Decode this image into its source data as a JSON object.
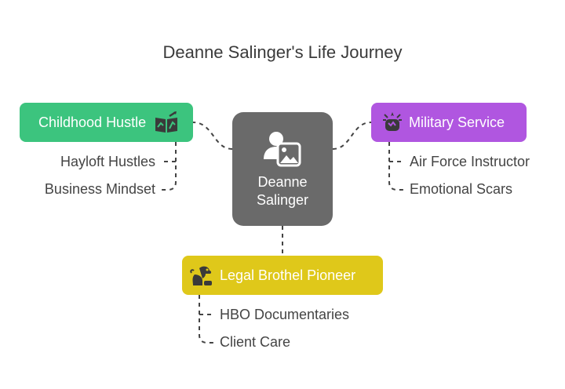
{
  "title": "Deanne Salinger's Life Journey",
  "center": {
    "line1": "Deanne",
    "line2": "Salinger",
    "icon": "person-photo-icon"
  },
  "topics": [
    {
      "label": "Childhood Hustle",
      "color": "#3cc47e",
      "icon": "book-chart-icon",
      "items": [
        "Hayloft Hustles",
        "Business Mindset"
      ]
    },
    {
      "label": "Military Service",
      "color": "#b056e0",
      "icon": "fist-star-icon",
      "items": [
        "Air Force Instructor",
        "Emotional Scars"
      ]
    },
    {
      "label": "Legal Brothel Pioneer",
      "color": "#dfc81a",
      "icon": "dog-toy-icon",
      "items": [
        "HBO Documentaries",
        "Client Care"
      ]
    }
  ],
  "colors": {
    "center_box": "#6a6a6a",
    "connector": "#444444",
    "text": "#444444"
  }
}
